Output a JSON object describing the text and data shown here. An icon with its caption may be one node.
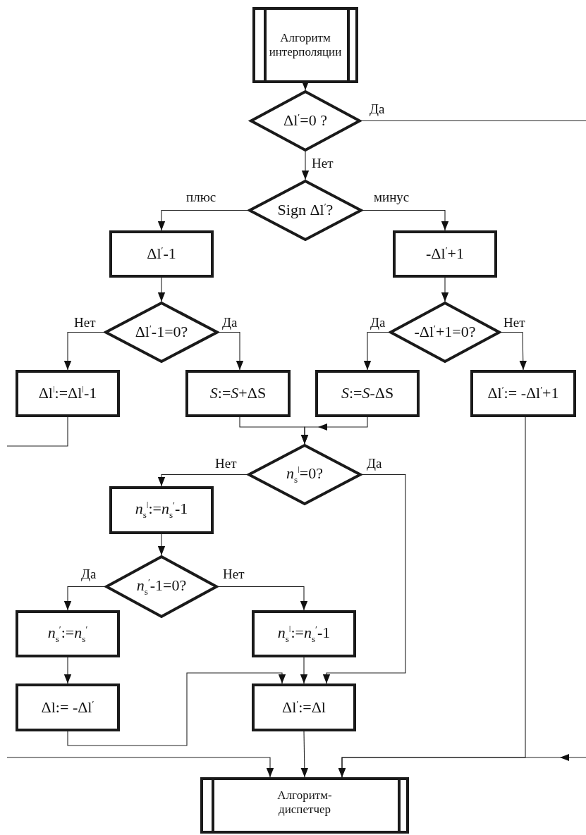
{
  "diagram": {
    "nodes": [
      {
        "text": [
          "Алгоритм интерполяции"
        ]
      },
      {
        "text": [
          "Δl$^{′}$=0 ?"
        ]
      },
      {
        "text": [
          "Sign Δl$^{′}$?"
        ]
      },
      {
        "text": [
          "Δl$^{′}$-1"
        ]
      },
      {
        "text": [
          "-Δl$^{′}$+1"
        ]
      },
      {
        "text": [
          "Δl$^{′}$-1=0?"
        ]
      },
      {
        "text": [
          "-Δl$^{′}$+1=0?"
        ]
      },
      {
        "text": [
          "Δl$^{ǀ}$:=Δl$^{ǀ}$-1"
        ]
      },
      {
        "text": [
          "*S*:=*S*+ΔS"
        ]
      },
      {
        "text": [
          "*S*:=*S*-ΔS"
        ]
      },
      {
        "text": [
          "Δl$^{′}$:= -Δl$^{′}$+1"
        ]
      },
      {
        "text": [
          "*n*$_{s}$$^{ǀ}$=0?"
        ]
      },
      {
        "text": [
          "*n*$_{s}$$^{ǀ}$:=*n*$_{s}$$^{′}$-1"
        ]
      },
      {
        "text": [
          "*n*$_{s}$$^{′}$-1=0?"
        ]
      },
      {
        "text": [
          "*n*$_{s}$$^{′}$:=*n*$_{s}$$^{′}$"
        ]
      },
      {
        "text": [
          "*n*$_{s}$$^{ǀ}$:=*n*$_{s}$$^{′}$-1"
        ]
      },
      {
        "text": [
          "Δl:= -Δl$^{′}$"
        ]
      },
      {
        "text": [
          "Δl$^{′}$:=Δl"
        ]
      },
      {
        "text": [
          "Алгоритм-диспетчер"
        ]
      }
    ],
    "edges": [
      {
        "from": 0,
        "to": 1,
        "arrow": "to"
      },
      {
        "from": 1,
        "to": null,
        "arrow": "none",
        "label": "Да"
      },
      {
        "from": 1,
        "to": 2,
        "arrow": "to",
        "label": "Нет"
      },
      {
        "from": 2,
        "to": 3,
        "arrow": "to",
        "label": "плюс"
      },
      {
        "from": 2,
        "to": 4,
        "arrow": "to",
        "label": "минус"
      },
      {
        "from": 3,
        "to": 5,
        "arrow": "to"
      },
      {
        "from": 4,
        "to": 6,
        "arrow": "to"
      },
      {
        "from": 5,
        "to": 7,
        "arrow": "to",
        "label": "Нет"
      },
      {
        "from": 5,
        "to": 8,
        "arrow": "to",
        "label": "Да"
      },
      {
        "from": 6,
        "to": 9,
        "arrow": "to",
        "label": "Да"
      },
      {
        "from": 6,
        "to": 10,
        "arrow": "to",
        "label": "Нет"
      },
      {
        "from": 7,
        "to": null,
        "arrow": "none"
      },
      {
        "from": 8,
        "to": 11,
        "arrow": "to"
      },
      {
        "from": 9,
        "to": 11,
        "arrow": "to"
      },
      {
        "from": 10,
        "to": 18,
        "arrow": "to"
      },
      {
        "from": 11,
        "to": 12,
        "arrow": "to",
        "label": "Нет"
      },
      {
        "from": 11,
        "to": 17,
        "arrow": "to",
        "label": "Да"
      },
      {
        "from": 12,
        "to": 13,
        "arrow": "to"
      },
      {
        "from": 13,
        "to": 14,
        "arrow": "to",
        "label": "Да"
      },
      {
        "from": 13,
        "to": 15,
        "arrow": "to",
        "label": "Нет"
      },
      {
        "from": 14,
        "to": 16,
        "arrow": "to"
      },
      {
        "from": 15,
        "to": 17,
        "arrow": "to"
      },
      {
        "from": 16,
        "to": 17,
        "arrow": "to"
      },
      {
        "from": 17,
        "to": 18,
        "arrow": "to"
      },
      {
        "from": null,
        "to": 18,
        "arrow": "to"
      },
      {
        "from": null,
        "to": 18,
        "arrow": "to"
      }
    ]
  }
}
